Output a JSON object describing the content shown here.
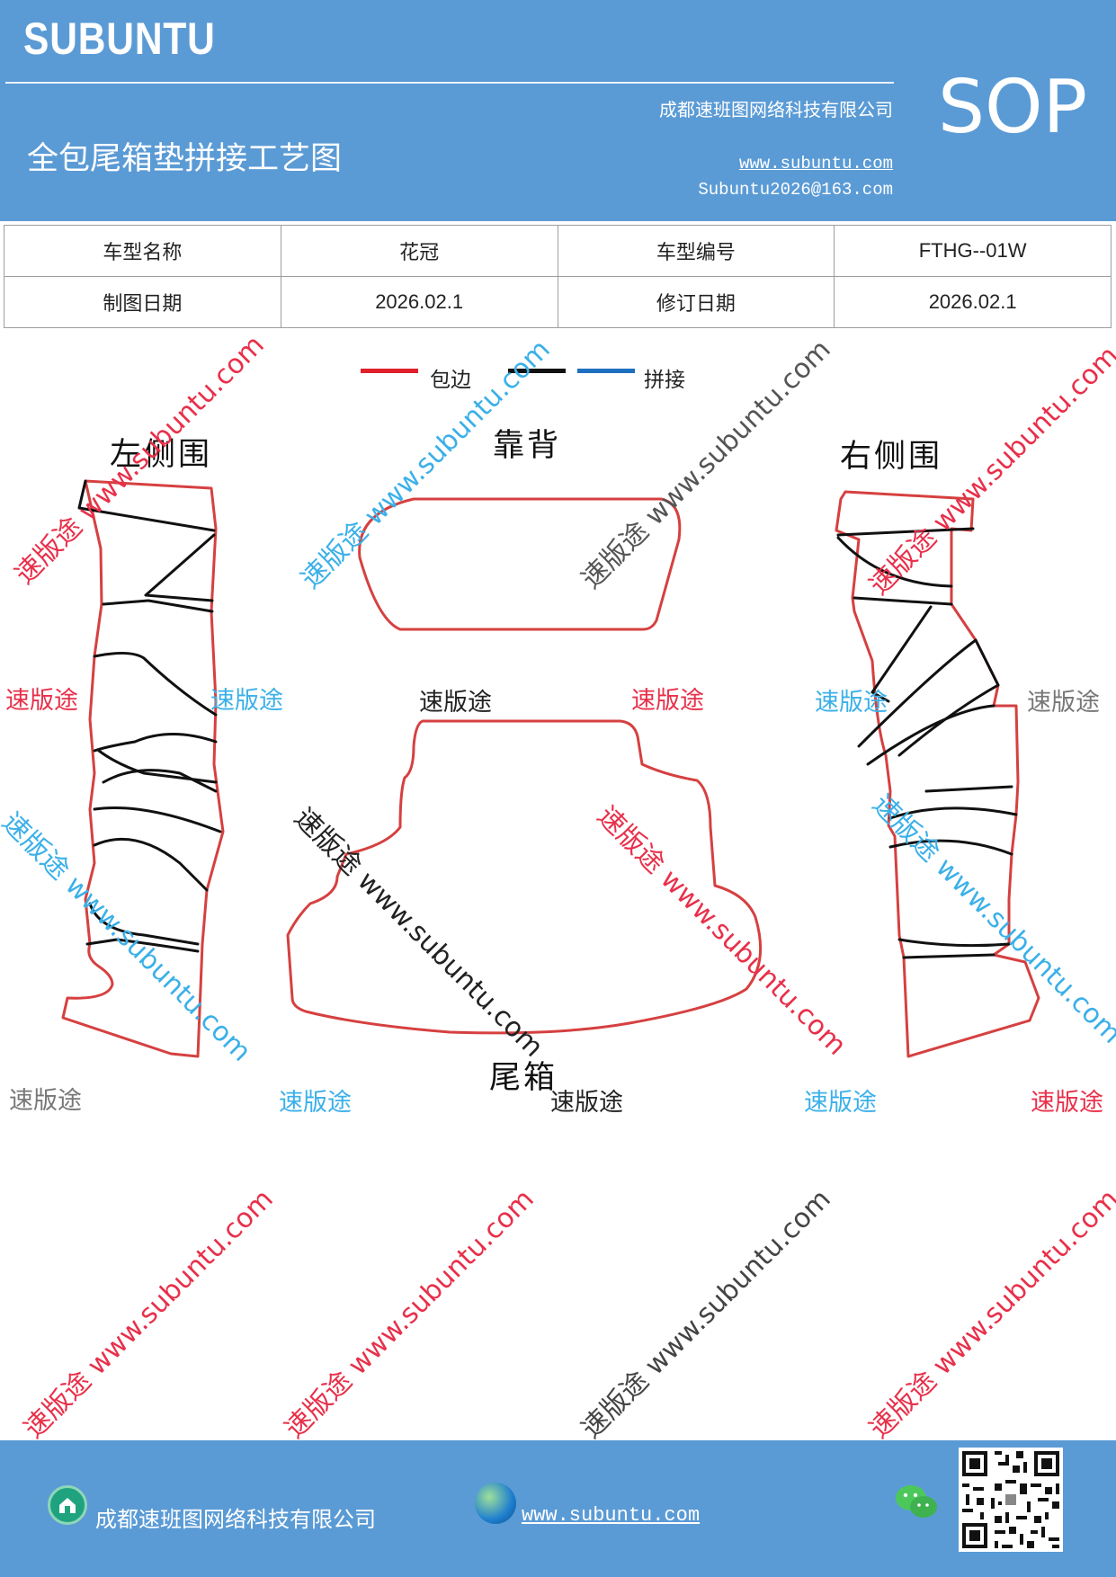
{
  "header": {
    "brand": "SUBUNTU",
    "company": "成都速班图网络科技有限公司",
    "title": "全包尾箱垫拼接工艺图",
    "website": "www.subuntu.com",
    "email": "Subuntu2026@163.com",
    "sop": "SOP"
  },
  "info_table": {
    "row1": {
      "label1": "车型名称",
      "value1": "花冠",
      "label2": "车型编号",
      "value2": "FTHG--01W"
    },
    "row2": {
      "label1": "制图日期",
      "value1": "2026.02.1",
      "label2": "修订日期",
      "value2": "2026.02.1"
    }
  },
  "legend": {
    "items": [
      {
        "label": "包边",
        "color": "#e0202a"
      },
      {
        "label": "",
        "color": "#111111"
      },
      {
        "label": "拼接",
        "color": "#1f6fc0"
      }
    ]
  },
  "sections": {
    "left": "左侧围",
    "back": "靠背",
    "right": "右侧围",
    "trunk": "尾箱"
  },
  "watermark": {
    "brand": "速版途",
    "diag": "速版途 www.subuntu.com"
  },
  "colors": {
    "header_bg": "#5b9bd5",
    "outline_red": "#d64040",
    "outline_black": "#111111",
    "wm_red": "#e8304a",
    "wm_blue": "#3bb0e8",
    "wm_gray": "#777777"
  },
  "footer": {
    "company": "成都速班图网络科技有限公司",
    "website": "www.subuntu.com",
    "home_icon": "home-icon",
    "globe_icon": "globe-icon",
    "wechat_icon": "wechat-icon",
    "qr_icon": "qr-code"
  }
}
